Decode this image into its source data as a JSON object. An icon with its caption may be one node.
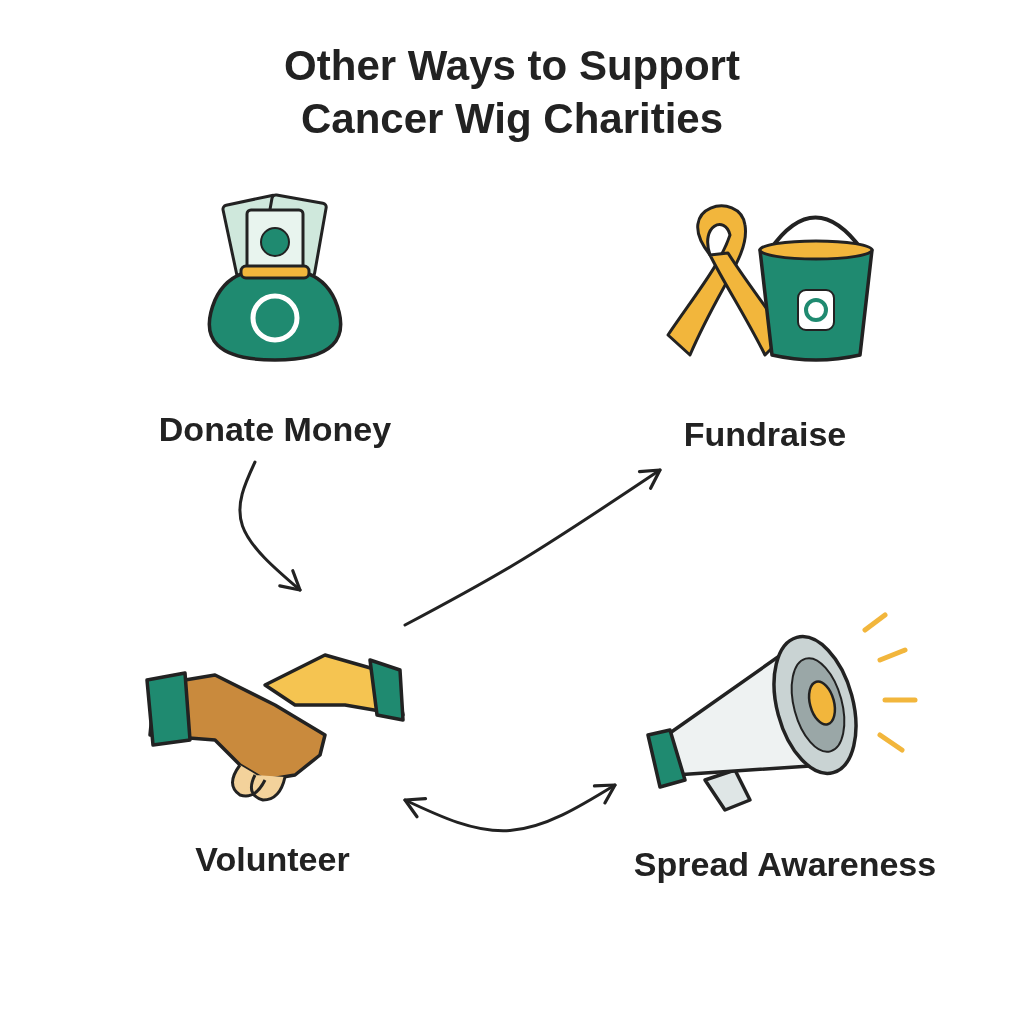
{
  "diagram": {
    "title": "Other Ways to Support Cancer Wig Charities",
    "nodes": [
      {
        "text": [
          "Donate Money"
        ]
      },
      {
        "text": [
          "Fundraise"
        ]
      },
      {
        "text": [
          "Volunteer"
        ]
      },
      {
        "text": [
          "Spread Awareness"
        ]
      }
    ],
    "edges": [
      {
        "from": 0,
        "to": 2,
        "arrow": "to"
      },
      {
        "from": 2,
        "to": 1,
        "arrow": "to"
      },
      {
        "from": 2,
        "to": 3,
        "arrow": "both"
      }
    ]
  }
}
